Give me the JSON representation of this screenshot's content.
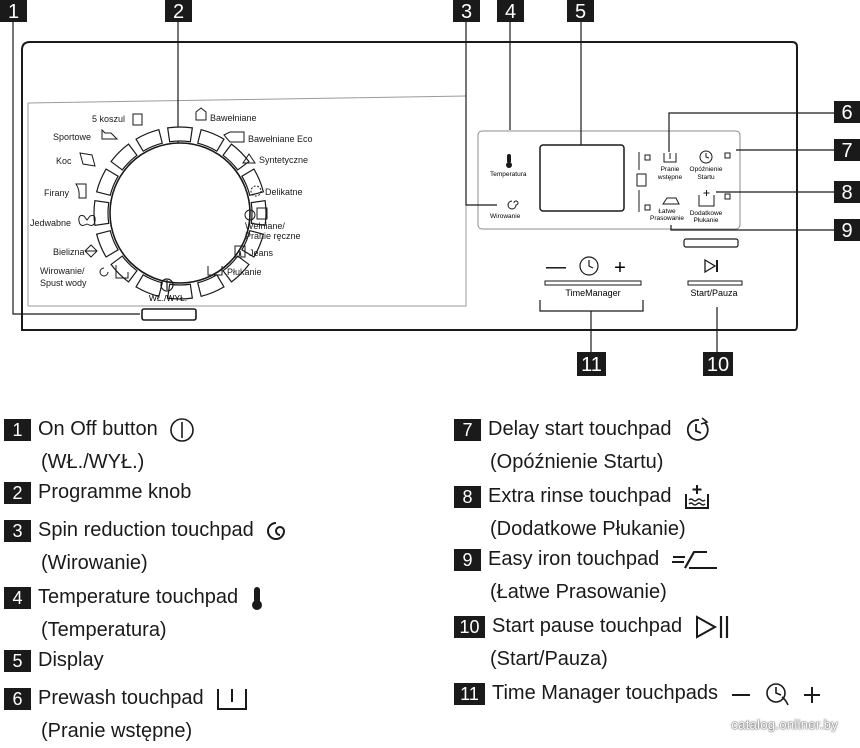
{
  "callouts": [
    "1",
    "2",
    "3",
    "4",
    "5",
    "6",
    "7",
    "8",
    "9",
    "10",
    "11"
  ],
  "panel": {
    "programs": {
      "p_5koszul": "5 koszul",
      "p_sportowe": "Sportowe",
      "p_koc": "Koc",
      "p_firany": "Firany",
      "p_jedwabne": "Jedwabne",
      "p_bielizna": "Bielizna",
      "p_wirowanie1": "Wirowanie/",
      "p_wirowanie2": "Spust wody",
      "p_bawelniane": "Bawełniane",
      "p_bawelniane_eco": "Bawełniane Eco",
      "p_syntetyczne": "Syntetyczne",
      "p_delikatne": "Delikatne",
      "p_welniane1": "Wełniane/",
      "p_welniane2": "Pranie ręczne",
      "p_jeans": "Jeans",
      "p_plukanie": "Płukanie"
    },
    "onoff_label": "WŁ./WYŁ.",
    "temperatura": "Temperatura",
    "wirowanie": "Wirowanie",
    "pranie1": "Pranie",
    "pranie2": "wstępne",
    "opoz1": "Opóźnienie",
    "opoz2": "Startu",
    "dod1": "Dodatkowe",
    "dod2": "Płukanie",
    "latwe1": "Łatwe",
    "latwe2": "Prasowanie",
    "timemanager": "TimeManager",
    "startpauza": "Start/Pauza",
    "tm_minus": "—",
    "tm_plus": "+"
  },
  "legend": {
    "items": [
      {
        "num": "1",
        "label": "On Off button",
        "sub": "(WŁ./WYŁ.)",
        "icon": "power-icon"
      },
      {
        "num": "2",
        "label": "Programme knob",
        "sub": "",
        "icon": ""
      },
      {
        "num": "3",
        "label": "Spin reduction touchpad",
        "sub": "(Wirowanie)",
        "icon": "spin-icon"
      },
      {
        "num": "4",
        "label": "Temperature touchpad",
        "sub": "(Temperatura)",
        "icon": "thermometer-icon"
      },
      {
        "num": "5",
        "label": "Display",
        "sub": "",
        "icon": ""
      },
      {
        "num": "6",
        "label": "Prewash touchpad",
        "sub": "(Pranie wstępne)",
        "icon": "prewash-icon"
      },
      {
        "num": "7",
        "label": "Delay start touchpad",
        "sub": "(Opóźnienie Startu)",
        "icon": "clock-icon"
      },
      {
        "num": "8",
        "label": "Extra rinse touchpad",
        "sub": "(Dodatkowe Płukanie)",
        "icon": "rinse-icon"
      },
      {
        "num": "9",
        "label": "Easy iron touchpad",
        "sub": "(Łatwe Prasowanie)",
        "icon": "iron-icon"
      },
      {
        "num": "10",
        "label": "Start pause touchpad",
        "sub": "(Start/Pauza)",
        "icon": "start-pause-icon"
      },
      {
        "num": "11",
        "label": "Time Manager touchpads",
        "sub": "",
        "icon": "time-manager-icon"
      }
    ]
  },
  "watermark": "catalog.onliner.by"
}
